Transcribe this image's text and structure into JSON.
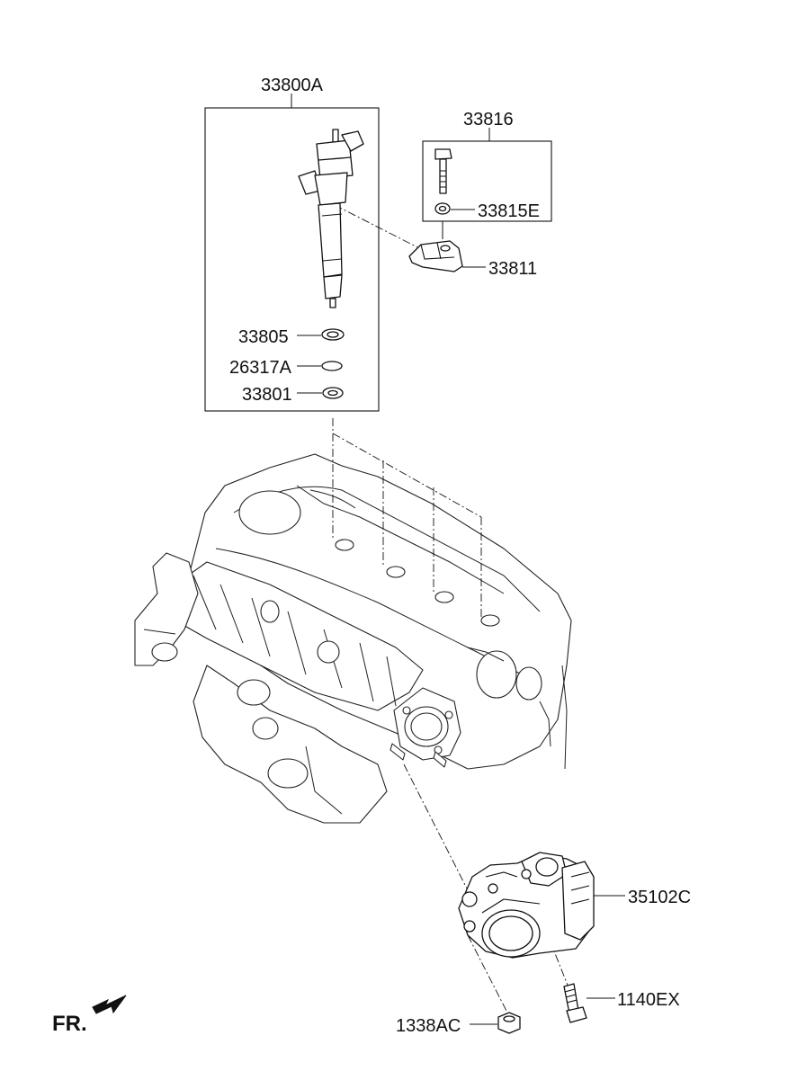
{
  "labels": {
    "injector_assy": "33800A",
    "clamp_kit": "33816",
    "clamp_washer": "33815E",
    "clamp": "33811",
    "seal": "33805",
    "o_ring": "26317A",
    "washer": "33801",
    "throttle_body": "35102C",
    "bolt": "1140EX",
    "nut": "1338AC"
  },
  "front_indicator": "FR."
}
